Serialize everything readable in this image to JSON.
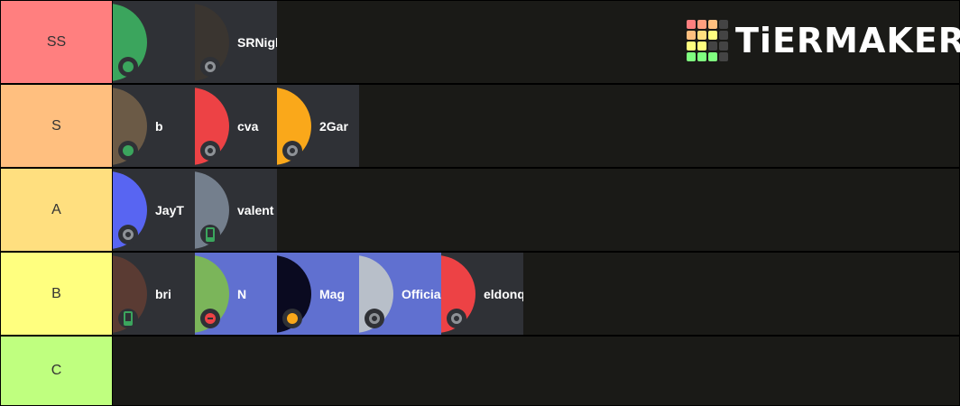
{
  "brand": {
    "text": "TiERMAKER",
    "grid_colors": [
      "#ff7f7f",
      "#ff9f7f",
      "#ffbf7f",
      "#444444",
      "#ffbf7f",
      "#ffdf7f",
      "#ffff7f",
      "#444444",
      "#ffff7f",
      "#ffff7f",
      "#444444",
      "#444444",
      "#7fff7f",
      "#7fff7f",
      "#7fff7f",
      "#444444"
    ]
  },
  "tiers": [
    {
      "label": "SS",
      "color": "#ff7f7f",
      "items": [
        {
          "name": "",
          "avatar_color": "#3ba55d",
          "status": "online",
          "icon": "discord-logo-icon"
        },
        {
          "name": "SRNigh",
          "avatar_color": "#3a3530",
          "status": "offline",
          "icon": "photo-avatar-icon"
        }
      ]
    },
    {
      "label": "S",
      "color": "#ffbf7f",
      "items": [
        {
          "name": "b",
          "avatar_color": "#6b5a46",
          "status": "online",
          "icon": "photo-avatar-icon"
        },
        {
          "name": "cva",
          "avatar_color": "#ed4245",
          "status": "offline",
          "icon": "discord-logo-icon"
        },
        {
          "name": "2Gar",
          "avatar_color": "#faa81a",
          "status": "offline",
          "icon": "discord-logo-icon"
        }
      ]
    },
    {
      "label": "A",
      "color": "#ffdf7f",
      "items": [
        {
          "name": "JayT",
          "avatar_color": "#5865f2",
          "status": "offline",
          "icon": "discord-logo-icon"
        },
        {
          "name": "valent",
          "avatar_color": "#747f8d",
          "status": "mobile",
          "icon": "discord-logo-icon"
        }
      ]
    },
    {
      "label": "B",
      "color": "#ffff7f",
      "items": [
        {
          "name": "bri",
          "avatar_color": "#5a3b33",
          "status": "mobile",
          "icon": "photo-avatar-icon"
        },
        {
          "name": "N",
          "avatar_color": "#7bb55a",
          "status": "dnd",
          "icon": "photo-avatar-icon",
          "bg": "#6070d0"
        },
        {
          "name": "Mag",
          "avatar_color": "#0a0a20",
          "status": "idle-moon",
          "icon": "photo-avatar-icon",
          "bg": "#6070d0"
        },
        {
          "name": "Officia",
          "avatar_color": "#b8bfc9",
          "status": "offline",
          "icon": "photo-avatar-icon",
          "bg": "#6070d0"
        },
        {
          "name": "eldonque",
          "avatar_color": "#ed4245",
          "status": "offline",
          "icon": "discord-logo-icon"
        }
      ]
    },
    {
      "label": "C",
      "color": "#bfff7f",
      "items": []
    }
  ]
}
